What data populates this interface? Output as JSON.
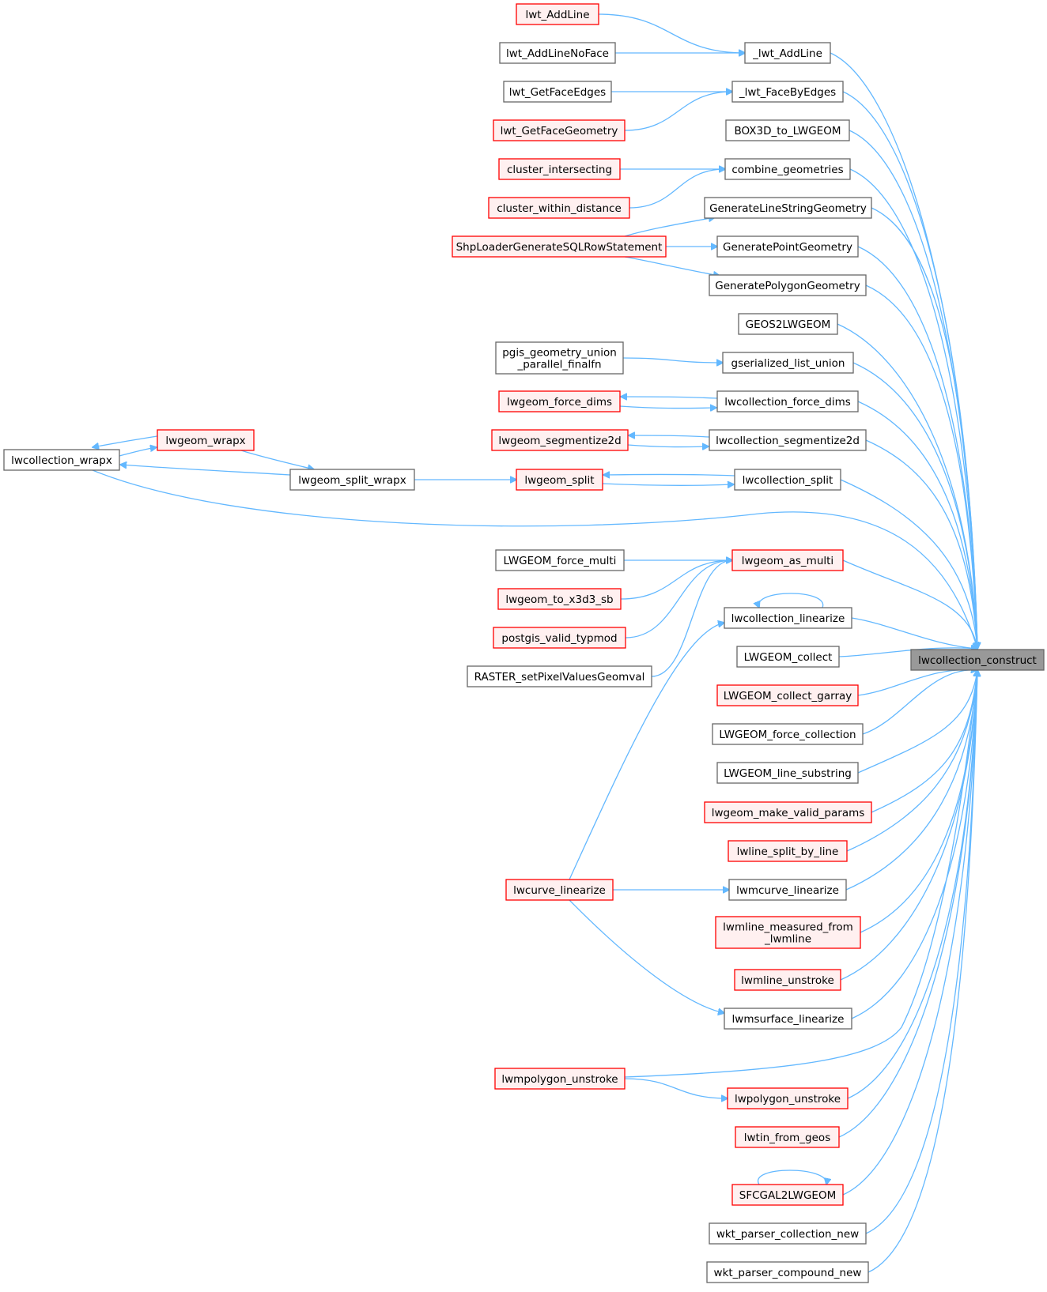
{
  "colors": {
    "edge": "#63b8ff",
    "normal_border": "#666666",
    "normal_fill": "#ffffff",
    "red_border": "#ff0000",
    "red_fill": "#fff0f0",
    "root_fill": "#999999",
    "root_border": "#666666"
  },
  "nodes": [
    {
      "id": "root",
      "label": "lwcollection_construct",
      "style": "root"
    },
    {
      "id": "lwt_AddLine",
      "label": "lwt_AddLine",
      "style": "red"
    },
    {
      "id": "lwt_AddLineNoFace",
      "label": "lwt_AddLineNoFace",
      "style": "normal"
    },
    {
      "id": "_lwt_AddLine",
      "label": "_lwt_AddLine",
      "style": "normal"
    },
    {
      "id": "lwt_GetFaceEdges",
      "label": "lwt_GetFaceEdges",
      "style": "normal"
    },
    {
      "id": "lwt_GetFaceGeometry",
      "label": "lwt_GetFaceGeometry",
      "style": "red"
    },
    {
      "id": "_lwt_FaceByEdges",
      "label": "_lwt_FaceByEdges",
      "style": "normal"
    },
    {
      "id": "BOX3D_to_LWGEOM",
      "label": "BOX3D_to_LWGEOM",
      "style": "normal"
    },
    {
      "id": "cluster_intersecting",
      "label": "cluster_intersecting",
      "style": "red"
    },
    {
      "id": "cluster_within_distance",
      "label": "cluster_within_distance",
      "style": "red"
    },
    {
      "id": "combine_geometries",
      "label": "combine_geometries",
      "style": "normal"
    },
    {
      "id": "GenerateLineStringGeometry",
      "label": "GenerateLineStringGeometry",
      "style": "normal"
    },
    {
      "id": "ShpLoaderGenerateSQLRowStatement",
      "label": "ShpLoaderGenerateSQLRowStatement",
      "style": "red"
    },
    {
      "id": "GeneratePointGeometry",
      "label": "GeneratePointGeometry",
      "style": "normal"
    },
    {
      "id": "GeneratePolygonGeometry",
      "label": "GeneratePolygonGeometry",
      "style": "normal"
    },
    {
      "id": "GEOS2LWGEOM",
      "label": "GEOS2LWGEOM",
      "style": "normal"
    },
    {
      "id": "pgis_union",
      "label": "pgis_geometry_union\n_parallel_finalfn",
      "style": "normal"
    },
    {
      "id": "gserialized_list_union",
      "label": "gserialized_list_union",
      "style": "normal"
    },
    {
      "id": "lwgeom_force_dims",
      "label": "lwgeom_force_dims",
      "style": "red"
    },
    {
      "id": "lwcollection_force_dims",
      "label": "lwcollection_force_dims",
      "style": "normal"
    },
    {
      "id": "lwgeom_segmentize2d",
      "label": "lwgeom_segmentize2d",
      "style": "red"
    },
    {
      "id": "lwcollection_segmentize2d",
      "label": "lwcollection_segmentize2d",
      "style": "normal"
    },
    {
      "id": "lwcollection_wrapx",
      "label": "lwcollection_wrapx",
      "style": "normal"
    },
    {
      "id": "lwgeom_wrapx",
      "label": "lwgeom_wrapx",
      "style": "red"
    },
    {
      "id": "lwgeom_split_wrapx",
      "label": "lwgeom_split_wrapx",
      "style": "normal"
    },
    {
      "id": "lwgeom_split",
      "label": "lwgeom_split",
      "style": "red"
    },
    {
      "id": "lwcollection_split",
      "label": "lwcollection_split",
      "style": "normal"
    },
    {
      "id": "LWGEOM_force_multi",
      "label": "LWGEOM_force_multi",
      "style": "normal"
    },
    {
      "id": "lwgeom_as_multi",
      "label": "lwgeom_as_multi",
      "style": "red"
    },
    {
      "id": "lwgeom_to_x3d3_sb",
      "label": "lwgeom_to_x3d3_sb",
      "style": "red"
    },
    {
      "id": "postgis_valid_typmod",
      "label": "postgis_valid_typmod",
      "style": "red"
    },
    {
      "id": "RASTER_setPixelValuesGeomval",
      "label": "RASTER_setPixelValuesGeomval",
      "style": "normal"
    },
    {
      "id": "lwcollection_linearize",
      "label": "lwcollection_linearize",
      "style": "normal"
    },
    {
      "id": "LWGEOM_collect",
      "label": "LWGEOM_collect",
      "style": "normal"
    },
    {
      "id": "LWGEOM_collect_garray",
      "label": "LWGEOM_collect_garray",
      "style": "red"
    },
    {
      "id": "LWGEOM_force_collection",
      "label": "LWGEOM_force_collection",
      "style": "normal"
    },
    {
      "id": "LWGEOM_line_substring",
      "label": "LWGEOM_line_substring",
      "style": "normal"
    },
    {
      "id": "lwgeom_make_valid_params",
      "label": "lwgeom_make_valid_params",
      "style": "red"
    },
    {
      "id": "lwline_split_by_line",
      "label": "lwline_split_by_line",
      "style": "red"
    },
    {
      "id": "lwcurve_linearize",
      "label": "lwcurve_linearize",
      "style": "red"
    },
    {
      "id": "lwmcurve_linearize",
      "label": "lwmcurve_linearize",
      "style": "normal"
    },
    {
      "id": "lwmline_measured",
      "label": "lwmline_measured_from\n_lwmline",
      "style": "red"
    },
    {
      "id": "lwmline_unstroke",
      "label": "lwmline_unstroke",
      "style": "red"
    },
    {
      "id": "lwmsurface_linearize",
      "label": "lwmsurface_linearize",
      "style": "normal"
    },
    {
      "id": "lwmpolygon_unstroke",
      "label": "lwmpolygon_unstroke",
      "style": "red"
    },
    {
      "id": "lwpolygon_unstroke",
      "label": "lwpolygon_unstroke",
      "style": "red"
    },
    {
      "id": "lwtin_from_geos",
      "label": "lwtin_from_geos",
      "style": "red"
    },
    {
      "id": "SFCGAL2LWGEOM",
      "label": "SFCGAL2LWGEOM",
      "style": "red"
    },
    {
      "id": "wkt_parser_collection_new",
      "label": "wkt_parser_collection_new",
      "style": "normal"
    },
    {
      "id": "wkt_parser_compound_new",
      "label": "wkt_parser_compound_new",
      "style": "normal"
    }
  ],
  "edges": [
    {
      "from": "lwt_AddLine",
      "to": "_lwt_AddLine"
    },
    {
      "from": "lwt_AddLineNoFace",
      "to": "_lwt_AddLine"
    },
    {
      "from": "lwt_GetFaceEdges",
      "to": "_lwt_FaceByEdges"
    },
    {
      "from": "lwt_GetFaceGeometry",
      "to": "_lwt_FaceByEdges"
    },
    {
      "from": "cluster_intersecting",
      "to": "combine_geometries"
    },
    {
      "from": "cluster_within_distance",
      "to": "combine_geometries"
    },
    {
      "from": "ShpLoaderGenerateSQLRowStatement",
      "to": "GenerateLineStringGeometry"
    },
    {
      "from": "ShpLoaderGenerateSQLRowStatement",
      "to": "GeneratePointGeometry"
    },
    {
      "from": "ShpLoaderGenerateSQLRowStatement",
      "to": "GeneratePolygonGeometry"
    },
    {
      "from": "pgis_union",
      "to": "gserialized_list_union"
    },
    {
      "from": "lwgeom_force_dims",
      "to": "lwcollection_force_dims"
    },
    {
      "from": "lwcollection_force_dims",
      "to": "lwgeom_force_dims"
    },
    {
      "from": "lwgeom_segmentize2d",
      "to": "lwcollection_segmentize2d"
    },
    {
      "from": "lwcollection_segmentize2d",
      "to": "lwgeom_segmentize2d"
    },
    {
      "from": "lwcollection_wrapx",
      "to": "lwgeom_wrapx"
    },
    {
      "from": "lwgeom_wrapx",
      "to": "lwcollection_wrapx"
    },
    {
      "from": "lwgeom_wrapx",
      "to": "lwgeom_split_wrapx"
    },
    {
      "from": "lwgeom_split_wrapx",
      "to": "lwcollection_wrapx"
    },
    {
      "from": "lwgeom_split_wrapx",
      "to": "lwgeom_split"
    },
    {
      "from": "lwgeom_split",
      "to": "lwcollection_split"
    },
    {
      "from": "lwcollection_split",
      "to": "lwgeom_split"
    },
    {
      "from": "LWGEOM_force_multi",
      "to": "lwgeom_as_multi"
    },
    {
      "from": "lwgeom_to_x3d3_sb",
      "to": "lwgeom_as_multi"
    },
    {
      "from": "postgis_valid_typmod",
      "to": "lwgeom_as_multi"
    },
    {
      "from": "RASTER_setPixelValuesGeomval",
      "to": "lwgeom_as_multi"
    },
    {
      "from": "lwcollection_linearize",
      "to": "lwcollection_linearize"
    },
    {
      "from": "lwcurve_linearize",
      "to": "lwcollection_linearize"
    },
    {
      "from": "lwcurve_linearize",
      "to": "lwmcurve_linearize"
    },
    {
      "from": "lwcurve_linearize",
      "to": "lwmsurface_linearize"
    },
    {
      "from": "lwmpolygon_unstroke",
      "to": "lwpolygon_unstroke"
    },
    {
      "from": "SFCGAL2LWGEOM",
      "to": "SFCGAL2LWGEOM"
    },
    {
      "from": "_lwt_AddLine",
      "to": "root"
    },
    {
      "from": "_lwt_FaceByEdges",
      "to": "root"
    },
    {
      "from": "BOX3D_to_LWGEOM",
      "to": "root"
    },
    {
      "from": "combine_geometries",
      "to": "root"
    },
    {
      "from": "GenerateLineStringGeometry",
      "to": "root"
    },
    {
      "from": "GeneratePointGeometry",
      "to": "root"
    },
    {
      "from": "GeneratePolygonGeometry",
      "to": "root"
    },
    {
      "from": "GEOS2LWGEOM",
      "to": "root"
    },
    {
      "from": "gserialized_list_union",
      "to": "root"
    },
    {
      "from": "lwcollection_force_dims",
      "to": "root"
    },
    {
      "from": "lwcollection_segmentize2d",
      "to": "root"
    },
    {
      "from": "lwcollection_split",
      "to": "root"
    },
    {
      "from": "lwcollection_wrapx",
      "to": "root"
    },
    {
      "from": "lwgeom_as_multi",
      "to": "root"
    },
    {
      "from": "lwcollection_linearize",
      "to": "root"
    },
    {
      "from": "LWGEOM_collect",
      "to": "root"
    },
    {
      "from": "LWGEOM_collect_garray",
      "to": "root"
    },
    {
      "from": "LWGEOM_force_collection",
      "to": "root"
    },
    {
      "from": "LWGEOM_line_substring",
      "to": "root"
    },
    {
      "from": "lwgeom_make_valid_params",
      "to": "root"
    },
    {
      "from": "lwline_split_by_line",
      "to": "root"
    },
    {
      "from": "lwmcurve_linearize",
      "to": "root"
    },
    {
      "from": "lwmline_measured",
      "to": "root"
    },
    {
      "from": "lwmline_unstroke",
      "to": "root"
    },
    {
      "from": "lwmsurface_linearize",
      "to": "root"
    },
    {
      "from": "lwmpolygon_unstroke",
      "to": "root"
    },
    {
      "from": "lwpolygon_unstroke",
      "to": "root"
    },
    {
      "from": "lwtin_from_geos",
      "to": "root"
    },
    {
      "from": "SFCGAL2LWGEOM",
      "to": "root"
    },
    {
      "from": "wkt_parser_collection_new",
      "to": "root"
    },
    {
      "from": "wkt_parser_compound_new",
      "to": "root"
    }
  ]
}
